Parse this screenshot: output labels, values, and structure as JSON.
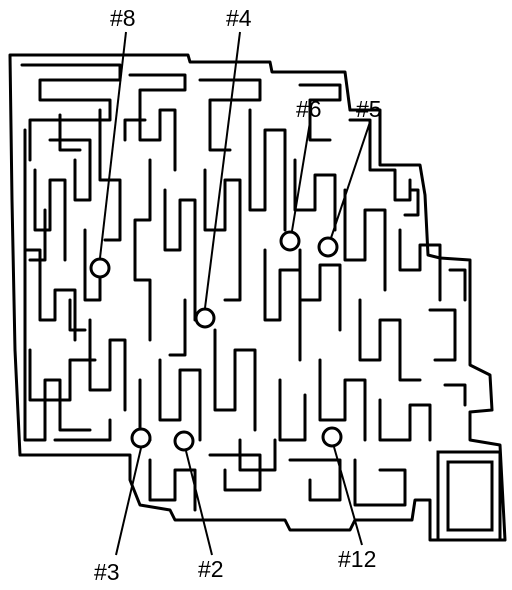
{
  "diagram": {
    "subject": "valve body passage layout with check ball locations",
    "line_color": "#000000",
    "background": "#ffffff",
    "callouts": [
      {
        "id": "8",
        "label": "#8"
      },
      {
        "id": "4",
        "label": "#4"
      },
      {
        "id": "6",
        "label": "#6"
      },
      {
        "id": "5",
        "label": "#5"
      },
      {
        "id": "3",
        "label": "#3"
      },
      {
        "id": "2",
        "label": "#2"
      },
      {
        "id": "12",
        "label": "#12"
      }
    ]
  }
}
